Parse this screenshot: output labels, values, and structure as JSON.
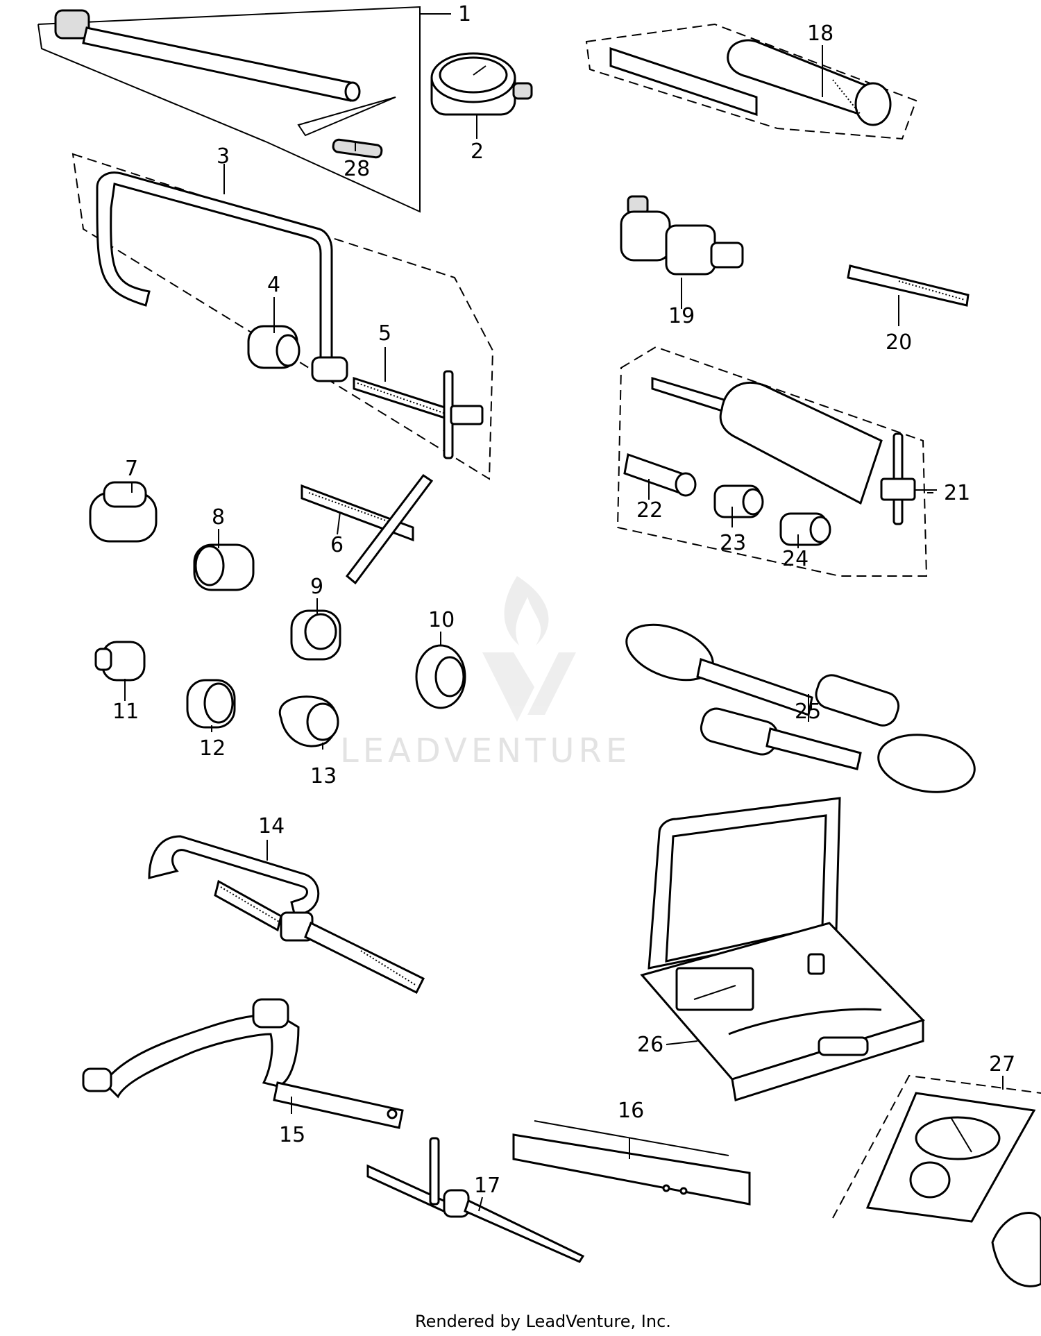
{
  "callouts": [
    "1",
    "2",
    "3",
    "4",
    "5",
    "6",
    "7",
    "8",
    "9",
    "10",
    "11",
    "12",
    "13",
    "14",
    "15",
    "16",
    "17",
    "18",
    "19",
    "20",
    "21",
    "22",
    "23",
    "24",
    "25",
    "26",
    "27",
    "28"
  ],
  "watermark": {
    "text": "LEADVENTURE"
  },
  "footer": {
    "text": "Rendered by LeadVenture, Inc."
  }
}
